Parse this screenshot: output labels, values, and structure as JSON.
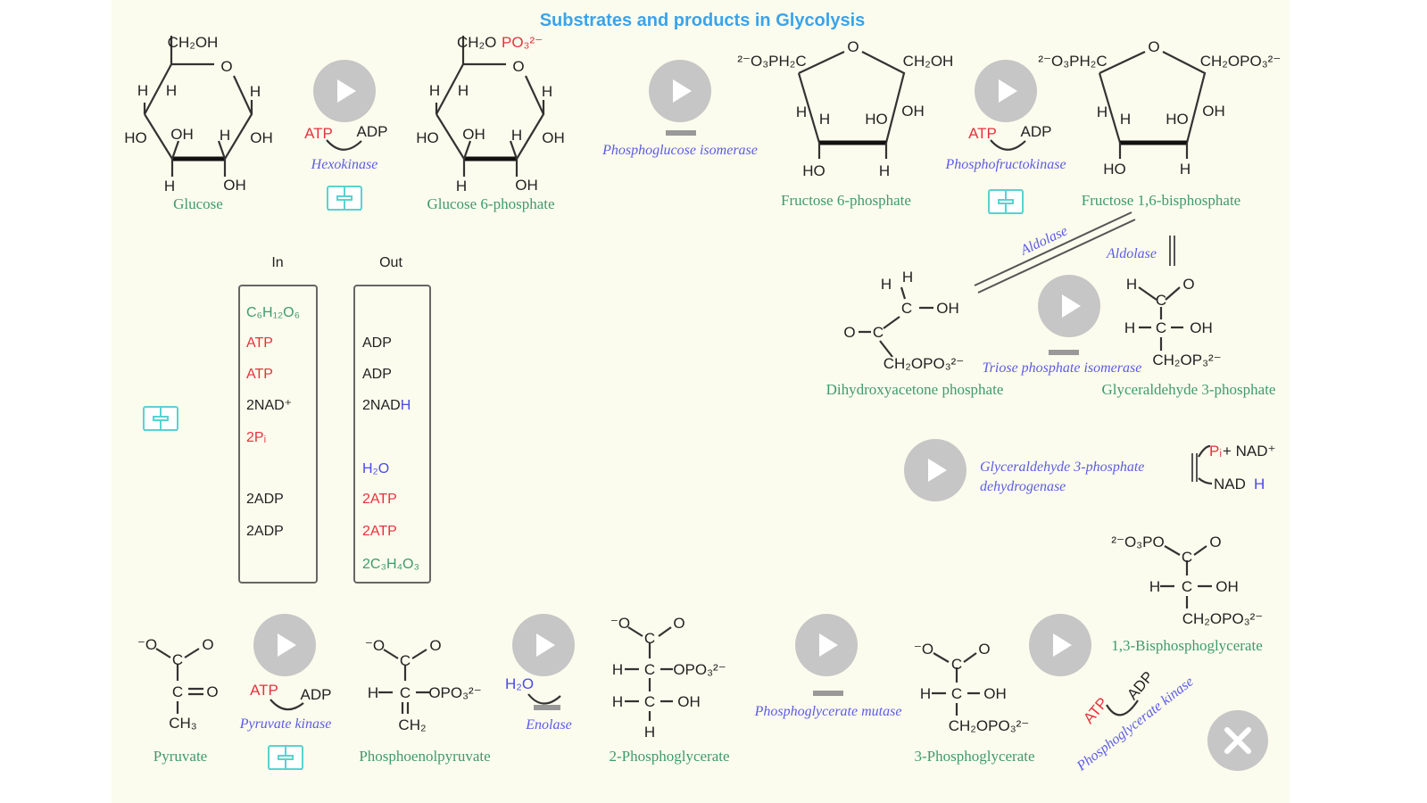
{
  "title": "Substrates and products in Glycolysis",
  "colors": {
    "title": "#3aa3ea",
    "name": "#3e9a6e",
    "enzyme": "#5b5be6",
    "atp": "#e8303c",
    "play": "#c6c6c6",
    "book": "#5ad2d0"
  },
  "molecules": {
    "glucose": {
      "name": "Glucose",
      "atoms": [
        "CH₂OH",
        "O",
        "H",
        "H",
        "H",
        "HO",
        "OH",
        "H",
        "OH",
        "H",
        "OH"
      ]
    },
    "g6p": {
      "name": "Glucose 6-phosphate",
      "atoms": [
        "CH₂O",
        "PO₃²⁻",
        "O",
        "H",
        "H",
        "H",
        "HO",
        "OH",
        "H",
        "OH",
        "H",
        "OH"
      ]
    },
    "f6p": {
      "name": "Fructose 6-phosphate",
      "atoms": [
        "²⁻O₃PH₂C",
        "O",
        "CH₂OH",
        "H",
        "H",
        "HO",
        "OH",
        "HO",
        "H"
      ]
    },
    "f16bp": {
      "name": "Fructose 1,6-bisphosphate",
      "atoms": [
        "²⁻O₃PH₂C",
        "O",
        "CH₂OPO₃²⁻",
        "H",
        "H",
        "HO",
        "OH",
        "HO",
        "H"
      ]
    },
    "dhap": {
      "name": "Dihydroxyacetone phosphate",
      "atoms": [
        "H",
        "H",
        "C",
        "OH",
        "O",
        "C",
        "CH₂OPO₃²⁻"
      ]
    },
    "g3p": {
      "name": "Glyceraldehyde 3-phosphate",
      "atoms": [
        "H",
        "C",
        "O",
        "H",
        "C",
        "OH",
        "CH₂OP₃²⁻"
      ]
    },
    "bpg13": {
      "name": "1,3-Bisphosphoglycerate",
      "atoms": [
        "²⁻O₃PO",
        "C",
        "O",
        "H",
        "C",
        "OH",
        "CH₂OPO₃²⁻"
      ]
    },
    "pg3": {
      "name": "3-Phosphoglycerate",
      "atoms": [
        "⁻O",
        "C",
        "O",
        "H",
        "C",
        "OH",
        "CH₂OPO₃²⁻"
      ]
    },
    "pg2": {
      "name": "2-Phosphoglycerate",
      "atoms": [
        "⁻O",
        "C",
        "O",
        "H",
        "C",
        "OPO₃²⁻",
        "H",
        "C",
        "OH",
        "H"
      ]
    },
    "pep": {
      "name": "Phosphoenolpyruvate",
      "atoms": [
        "⁻O",
        "C",
        "O",
        "H",
        "C",
        "OPO₃²⁻",
        "CH₂"
      ]
    },
    "pyruvate": {
      "name": "Pyruvate",
      "atoms": [
        "⁻O",
        "C",
        "O",
        "C",
        "O",
        "CH₃"
      ]
    }
  },
  "enzymes": {
    "hexokinase": "Hexokinase",
    "pgi": "Phosphoglucose isomerase",
    "pfk": "Phosphofructokinase",
    "aldolase1": "Aldolase",
    "aldolase2": "Aldolase",
    "tpi": "Triose phosphate isomerase",
    "gapdh_1": "Glyceraldehyde 3-phosphate",
    "gapdh_2": "dehydrogenase",
    "pgk": "Phosphoglycerate kinase",
    "pgm": "Phosphoglycerate mutase",
    "enolase": "Enolase",
    "pk": "Pyruvate kinase"
  },
  "cofactors": {
    "atp": "ATP",
    "adp": "ADP",
    "h2o": "H₂O",
    "pi": "Pᵢ",
    "plus_nad": " + NAD⁺",
    "nad": "NAD",
    "h": "H"
  },
  "table": {
    "in_header": "In",
    "out_header": "Out",
    "in_items": [
      {
        "text": "C₆H₁₂O₆",
        "color": "green"
      },
      {
        "text": "ATP",
        "color": "red"
      },
      {
        "text": "ATP",
        "color": "red"
      },
      {
        "text": "2NAD⁺",
        "color": "blk"
      },
      {
        "text": "2Pᵢ",
        "color": "red"
      },
      {
        "text": "2ADP",
        "color": "blk"
      },
      {
        "text": "2ADP",
        "color": "blk"
      }
    ],
    "out_items": [
      {
        "text": "ADP",
        "color": "blk"
      },
      {
        "text": "ADP",
        "color": "blk"
      },
      {
        "text": "2NAD",
        "color": "blk",
        "suffix": "H"
      },
      {
        "text": "H₂O",
        "color": "blue"
      },
      {
        "text": "2ATP",
        "color": "red"
      },
      {
        "text": "2ATP",
        "color": "red"
      },
      {
        "text": "2C₃H₄O₃",
        "color": "green"
      }
    ]
  }
}
